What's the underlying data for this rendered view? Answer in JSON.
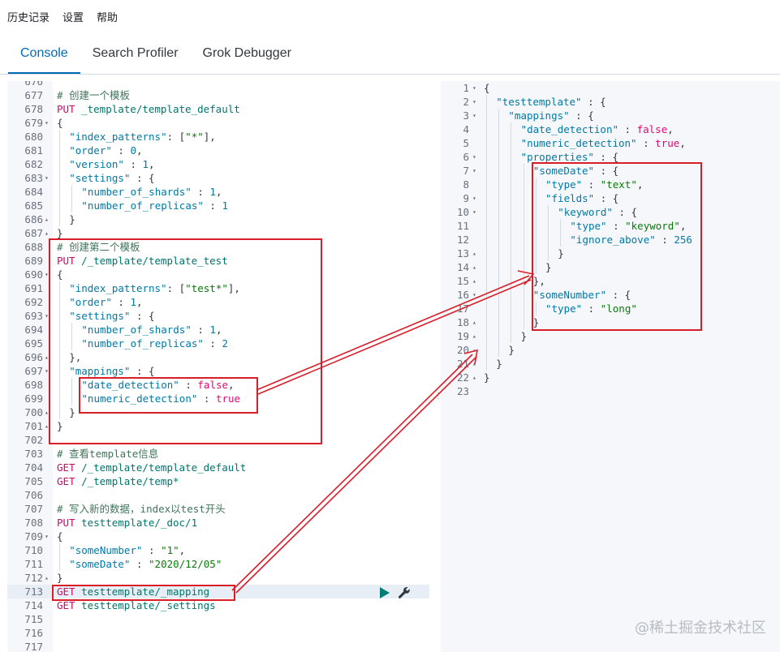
{
  "menu": {
    "history": "历史记录",
    "settings": "设置",
    "help": "帮助"
  },
  "tabs": [
    {
      "label": "Console",
      "active": true
    },
    {
      "label": "Search Profiler",
      "active": false
    },
    {
      "label": "Grok Debugger",
      "active": false
    }
  ],
  "request_editor": {
    "partial_top_line": "676",
    "active_line": "713",
    "lines": [
      {
        "n": "677",
        "fold": "",
        "indent": 0,
        "t": [
          [
            "c-comment",
            "# 创建一个模板"
          ]
        ]
      },
      {
        "n": "678",
        "fold": "",
        "indent": 0,
        "t": [
          [
            "c-method",
            "PUT"
          ],
          [
            "c-url",
            " _template/template_default"
          ]
        ]
      },
      {
        "n": "679",
        "fold": "▾",
        "indent": 0,
        "t": [
          [
            "c-punc",
            "{"
          ]
        ]
      },
      {
        "n": "680",
        "fold": "",
        "indent": 1,
        "t": [
          [
            "c-key",
            "\"index_patterns\""
          ],
          [
            "c-punc",
            ": ["
          ],
          [
            "c-str",
            "\"*\""
          ],
          [
            "c-punc",
            "],"
          ]
        ]
      },
      {
        "n": "681",
        "fold": "",
        "indent": 1,
        "t": [
          [
            "c-key",
            "\"order\""
          ],
          [
            "c-punc",
            " : "
          ],
          [
            "c-num",
            "0"
          ],
          [
            "c-punc",
            ","
          ]
        ]
      },
      {
        "n": "682",
        "fold": "",
        "indent": 1,
        "t": [
          [
            "c-key",
            "\"version\""
          ],
          [
            "c-punc",
            " : "
          ],
          [
            "c-num",
            "1"
          ],
          [
            "c-punc",
            ","
          ]
        ]
      },
      {
        "n": "683",
        "fold": "▾",
        "indent": 1,
        "t": [
          [
            "c-key",
            "\"settings\""
          ],
          [
            "c-punc",
            " : {"
          ]
        ]
      },
      {
        "n": "684",
        "fold": "",
        "indent": 2,
        "t": [
          [
            "c-key",
            "\"number_of_shards\""
          ],
          [
            "c-punc",
            " : "
          ],
          [
            "c-num",
            "1"
          ],
          [
            "c-punc",
            ","
          ]
        ]
      },
      {
        "n": "685",
        "fold": "",
        "indent": 2,
        "t": [
          [
            "c-key",
            "\"number_of_replicas\""
          ],
          [
            "c-punc",
            " : "
          ],
          [
            "c-num",
            "1"
          ]
        ]
      },
      {
        "n": "686",
        "fold": "▴",
        "indent": 1,
        "t": [
          [
            "c-punc",
            "}"
          ]
        ]
      },
      {
        "n": "687",
        "fold": "▴",
        "indent": 0,
        "t": [
          [
            "c-punc",
            "}"
          ]
        ]
      },
      {
        "n": "688",
        "fold": "",
        "indent": 0,
        "t": [
          [
            "c-comment",
            "# 创建第二个模板"
          ]
        ]
      },
      {
        "n": "689",
        "fold": "",
        "indent": 0,
        "t": [
          [
            "c-method",
            "PUT"
          ],
          [
            "c-url",
            " /_template/template_test"
          ]
        ]
      },
      {
        "n": "690",
        "fold": "▾",
        "indent": 0,
        "t": [
          [
            "c-punc",
            "{"
          ]
        ]
      },
      {
        "n": "691",
        "fold": "",
        "indent": 1,
        "t": [
          [
            "c-key",
            "\"index_patterns\""
          ],
          [
            "c-punc",
            ": ["
          ],
          [
            "c-str",
            "\"test*\""
          ],
          [
            "c-punc",
            "],"
          ]
        ]
      },
      {
        "n": "692",
        "fold": "",
        "indent": 1,
        "t": [
          [
            "c-key",
            "\"order\""
          ],
          [
            "c-punc",
            " : "
          ],
          [
            "c-num",
            "1"
          ],
          [
            "c-punc",
            ","
          ]
        ]
      },
      {
        "n": "693",
        "fold": "▾",
        "indent": 1,
        "t": [
          [
            "c-key",
            "\"settings\""
          ],
          [
            "c-punc",
            " : {"
          ]
        ]
      },
      {
        "n": "694",
        "fold": "",
        "indent": 2,
        "t": [
          [
            "c-key",
            "\"number_of_shards\""
          ],
          [
            "c-punc",
            " : "
          ],
          [
            "c-num",
            "1"
          ],
          [
            "c-punc",
            ","
          ]
        ]
      },
      {
        "n": "695",
        "fold": "",
        "indent": 2,
        "t": [
          [
            "c-key",
            "\"number_of_replicas\""
          ],
          [
            "c-punc",
            " : "
          ],
          [
            "c-num",
            "2"
          ]
        ]
      },
      {
        "n": "696",
        "fold": "▴",
        "indent": 1,
        "t": [
          [
            "c-punc",
            "},"
          ]
        ]
      },
      {
        "n": "697",
        "fold": "▾",
        "indent": 1,
        "t": [
          [
            "c-key",
            "\"mappings\""
          ],
          [
            "c-punc",
            " : {"
          ]
        ]
      },
      {
        "n": "698",
        "fold": "",
        "indent": 2,
        "t": [
          [
            "c-key",
            "\"date_detection\""
          ],
          [
            "c-punc",
            " : "
          ],
          [
            "c-bool",
            "false"
          ],
          [
            "c-punc",
            ","
          ]
        ]
      },
      {
        "n": "699",
        "fold": "",
        "indent": 2,
        "t": [
          [
            "c-key",
            "\"numeric_detection\""
          ],
          [
            "c-punc",
            " : "
          ],
          [
            "c-bool",
            "true"
          ]
        ]
      },
      {
        "n": "700",
        "fold": "▴",
        "indent": 1,
        "t": [
          [
            "c-punc",
            "}"
          ]
        ]
      },
      {
        "n": "701",
        "fold": "▴",
        "indent": 0,
        "t": [
          [
            "c-punc",
            "}"
          ]
        ]
      },
      {
        "n": "702",
        "fold": "",
        "indent": 0,
        "t": []
      },
      {
        "n": "703",
        "fold": "",
        "indent": 0,
        "t": [
          [
            "c-comment",
            "# 查看template信息"
          ]
        ]
      },
      {
        "n": "704",
        "fold": "",
        "indent": 0,
        "t": [
          [
            "c-method",
            "GET"
          ],
          [
            "c-url",
            " /_template/template_default"
          ]
        ]
      },
      {
        "n": "705",
        "fold": "",
        "indent": 0,
        "t": [
          [
            "c-method",
            "GET"
          ],
          [
            "c-url",
            " /_template/temp*"
          ]
        ]
      },
      {
        "n": "706",
        "fold": "",
        "indent": 0,
        "t": []
      },
      {
        "n": "707",
        "fold": "",
        "indent": 0,
        "t": [
          [
            "c-comment",
            "# 写入新的数据，index以test开头"
          ]
        ]
      },
      {
        "n": "708",
        "fold": "",
        "indent": 0,
        "t": [
          [
            "c-method",
            "PUT"
          ],
          [
            "c-url",
            " testtemplate/_doc/1"
          ]
        ]
      },
      {
        "n": "709",
        "fold": "▾",
        "indent": 0,
        "t": [
          [
            "c-punc",
            "{"
          ]
        ]
      },
      {
        "n": "710",
        "fold": "",
        "indent": 1,
        "t": [
          [
            "c-key",
            "\"someNumber\""
          ],
          [
            "c-punc",
            " : "
          ],
          [
            "c-str",
            "\"1\""
          ],
          [
            "c-punc",
            ","
          ]
        ]
      },
      {
        "n": "711",
        "fold": "",
        "indent": 1,
        "t": [
          [
            "c-key",
            "\"someDate\""
          ],
          [
            "c-punc",
            " : "
          ],
          [
            "c-str",
            "\"2020/12/05\""
          ]
        ]
      },
      {
        "n": "712",
        "fold": "▴",
        "indent": 0,
        "t": [
          [
            "c-punc",
            "}"
          ]
        ]
      },
      {
        "n": "713",
        "fold": "",
        "indent": 0,
        "t": [
          [
            "c-method",
            "GET"
          ],
          [
            "c-url",
            " testtemplate/_mapping"
          ]
        ]
      },
      {
        "n": "714",
        "fold": "",
        "indent": 0,
        "t": [
          [
            "c-method",
            "GET"
          ],
          [
            "c-url",
            " testtemplate/_settings"
          ]
        ]
      },
      {
        "n": "715",
        "fold": "",
        "indent": 0,
        "t": []
      },
      {
        "n": "716",
        "fold": "",
        "indent": 0,
        "t": []
      },
      {
        "n": "717",
        "fold": "",
        "indent": 0,
        "t": []
      }
    ]
  },
  "response_editor": {
    "lines": [
      {
        "n": "1",
        "fold": "▾",
        "indent": 0,
        "t": [
          [
            "c-punc",
            "{"
          ]
        ]
      },
      {
        "n": "2",
        "fold": "▾",
        "indent": 1,
        "t": [
          [
            "c-key",
            "\"testtemplate\""
          ],
          [
            "c-punc",
            " : {"
          ]
        ]
      },
      {
        "n": "3",
        "fold": "▾",
        "indent": 2,
        "t": [
          [
            "c-key",
            "\"mappings\""
          ],
          [
            "c-punc",
            " : {"
          ]
        ]
      },
      {
        "n": "4",
        "fold": "",
        "indent": 3,
        "t": [
          [
            "c-key",
            "\"date_detection\""
          ],
          [
            "c-punc",
            " : "
          ],
          [
            "c-bool",
            "false"
          ],
          [
            "c-punc",
            ","
          ]
        ]
      },
      {
        "n": "5",
        "fold": "",
        "indent": 3,
        "t": [
          [
            "c-key",
            "\"numeric_detection\""
          ],
          [
            "c-punc",
            " : "
          ],
          [
            "c-bool",
            "true"
          ],
          [
            "c-punc",
            ","
          ]
        ]
      },
      {
        "n": "6",
        "fold": "▾",
        "indent": 3,
        "t": [
          [
            "c-key",
            "\"properties\""
          ],
          [
            "c-punc",
            " : {"
          ]
        ]
      },
      {
        "n": "7",
        "fold": "▾",
        "indent": 4,
        "t": [
          [
            "c-key",
            "\"someDate\""
          ],
          [
            "c-punc",
            " : {"
          ]
        ]
      },
      {
        "n": "8",
        "fold": "",
        "indent": 5,
        "t": [
          [
            "c-key",
            "\"type\""
          ],
          [
            "c-punc",
            " : "
          ],
          [
            "c-str",
            "\"text\""
          ],
          [
            "c-punc",
            ","
          ]
        ]
      },
      {
        "n": "9",
        "fold": "▾",
        "indent": 5,
        "t": [
          [
            "c-key",
            "\"fields\""
          ],
          [
            "c-punc",
            " : {"
          ]
        ]
      },
      {
        "n": "10",
        "fold": "▾",
        "indent": 6,
        "t": [
          [
            "c-key",
            "\"keyword\""
          ],
          [
            "c-punc",
            " : {"
          ]
        ]
      },
      {
        "n": "11",
        "fold": "",
        "indent": 7,
        "t": [
          [
            "c-key",
            "\"type\""
          ],
          [
            "c-punc",
            " : "
          ],
          [
            "c-str",
            "\"keyword\""
          ],
          [
            "c-punc",
            ","
          ]
        ]
      },
      {
        "n": "12",
        "fold": "",
        "indent": 7,
        "t": [
          [
            "c-key",
            "\"ignore_above\""
          ],
          [
            "c-punc",
            " : "
          ],
          [
            "c-num",
            "256"
          ]
        ]
      },
      {
        "n": "13",
        "fold": "▴",
        "indent": 6,
        "t": [
          [
            "c-punc",
            "}"
          ]
        ]
      },
      {
        "n": "14",
        "fold": "▴",
        "indent": 5,
        "t": [
          [
            "c-punc",
            "}"
          ]
        ]
      },
      {
        "n": "15",
        "fold": "▴",
        "indent": 4,
        "t": [
          [
            "c-punc",
            "},"
          ]
        ]
      },
      {
        "n": "16",
        "fold": "▾",
        "indent": 4,
        "t": [
          [
            "c-key",
            "\"someNumber\""
          ],
          [
            "c-punc",
            " : {"
          ]
        ]
      },
      {
        "n": "17",
        "fold": "",
        "indent": 5,
        "t": [
          [
            "c-key",
            "\"type\""
          ],
          [
            "c-punc",
            " : "
          ],
          [
            "c-str",
            "\"long\""
          ]
        ]
      },
      {
        "n": "18",
        "fold": "▴",
        "indent": 4,
        "t": [
          [
            "c-punc",
            "}"
          ]
        ]
      },
      {
        "n": "19",
        "fold": "▴",
        "indent": 3,
        "t": [
          [
            "c-punc",
            "}"
          ]
        ]
      },
      {
        "n": "20",
        "fold": "▴",
        "indent": 2,
        "t": [
          [
            "c-punc",
            "}"
          ]
        ]
      },
      {
        "n": "21",
        "fold": "▴",
        "indent": 1,
        "t": [
          [
            "c-punc",
            "}"
          ]
        ]
      },
      {
        "n": "22",
        "fold": "▴",
        "indent": 0,
        "t": [
          [
            "c-punc",
            "}"
          ]
        ]
      },
      {
        "n": "23",
        "fold": "",
        "indent": 0,
        "t": []
      }
    ]
  },
  "icons": {
    "run": "play-icon",
    "settings": "wrench-icon"
  },
  "colors": {
    "accent": "#006bb4",
    "annotation": "#d91e2a",
    "run": "#017d73"
  },
  "watermark": "@稀土掘金技术社区"
}
